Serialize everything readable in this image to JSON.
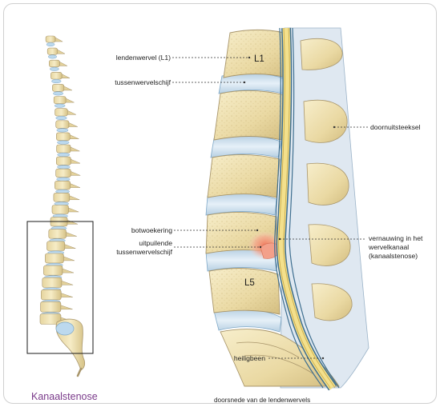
{
  "title": "Kanaalstenose",
  "caption": "doorsnede van de lendenwervels",
  "vertebra_labels": {
    "top": "L1",
    "bottom": "L5"
  },
  "labels": {
    "lumbar_vertebra": "lendenwervel (L1)",
    "disc": "tussenwervelschijf",
    "spinous_process": "doornuitsteeksel",
    "bone_spur": "botwoekering",
    "bulging_disc": "uitpuilende\ntussenwervelschijf",
    "narrowing": "vernauwing in het\nwervelkanaal\n(kanaalstenose)",
    "sacrum": "heiligbeen"
  },
  "colors": {
    "bone": "#efe2b4",
    "bone_edge": "#a8956a",
    "disc": "#cfe0ee",
    "nerve": "#f3e08c",
    "dura": "#3f6f90",
    "inflammation": "#f28a6e",
    "title": "#7a3a8a"
  }
}
